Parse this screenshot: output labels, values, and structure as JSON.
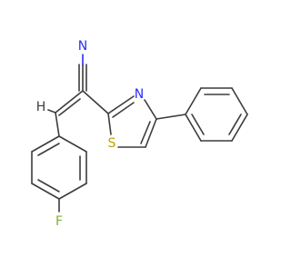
{
  "molecule": {
    "atom_labels": {
      "nitrile_n": "N",
      "thiazole_n": "N",
      "thiazole_s": "S",
      "fluorine": "F",
      "vinyl_h": "H"
    },
    "colors": {
      "bond": "#3c3c3c",
      "nitrogen": "#2b2bff",
      "sulfur": "#b8a400",
      "fluorine": "#7fb030",
      "hydrogen": "#3c3c3c",
      "background": "#ffffff"
    }
  }
}
